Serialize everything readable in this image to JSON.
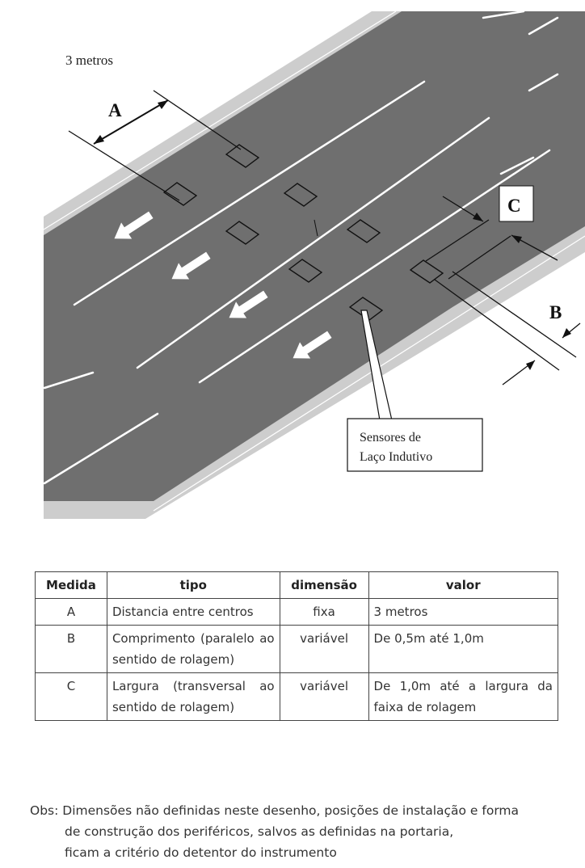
{
  "diagram": {
    "label_A": "A",
    "label_B": "B",
    "label_C": "C",
    "measure_A": "3 metros",
    "sensor_label": [
      "Sensores de",
      "Laço Indutivo"
    ]
  },
  "table": {
    "headers": [
      "Medida",
      "tipo",
      "dimensão",
      "valor"
    ],
    "rows": [
      {
        "medida": "A",
        "tipo": "Distancia entre centros",
        "dimensao": "fixa",
        "valor": "3 metros"
      },
      {
        "medida": "B",
        "tipo": "Comprimento (paralelo ao sentido de rolagem)",
        "dimensao": "variável",
        "valor": "De 0,5m até 1,0m"
      },
      {
        "medida": "C",
        "tipo": "Largura (transversal ao sentido de rolagem)",
        "dimensao": "variável",
        "valor": "De 1,0m até a largura da faixa de rolagem"
      }
    ]
  },
  "obs": {
    "prefix": "Obs:",
    "lines": [
      "Dimensões não definidas neste desenho, posições de instalação e forma",
      "de construção dos periféricos, salvos as definidas na portaria,",
      "ficam a critério do detentor do instrumento"
    ]
  },
  "colors": {
    "road": "#6f6f6f",
    "shoulder": "#c9c9c9",
    "marking": "#ffffff",
    "ink": "#111111"
  }
}
